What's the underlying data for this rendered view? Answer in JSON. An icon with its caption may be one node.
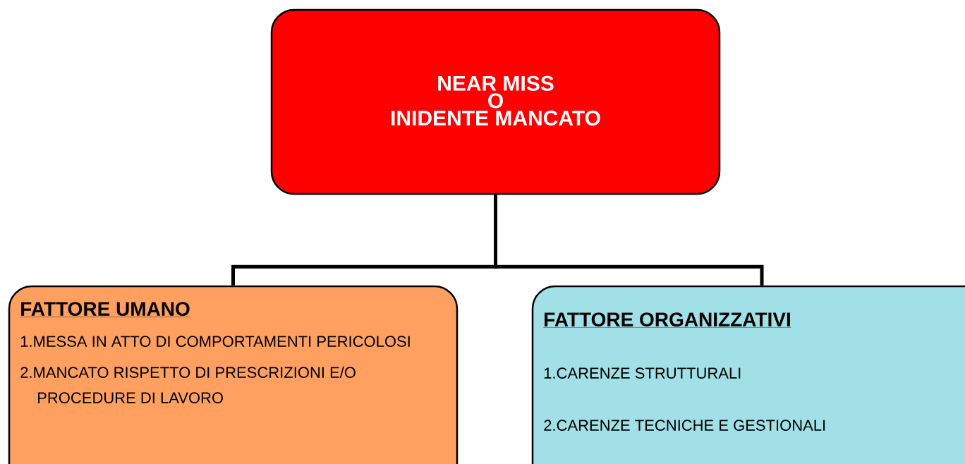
{
  "diagram": {
    "nodes": [
      {
        "text": [
          "NEAR MISS",
          "O",
          "INIDENTE MANCATO"
        ]
      },
      {
        "text": [
          "FATTORE UMANO",
          "1.MESSA IN ATTO DI COMPORTAMENTI PERICOLOSI",
          "2.MANCATO RISPETTO DI PRESCRIZIONI E/O PROCEDURE DI LAVORO"
        ]
      },
      {
        "text": [
          "FATTORE ORGANIZZATIVI",
          "1.CARENZE STRUTTURALI",
          "2.CARENZE TECNICHE E GESTIONALI"
        ]
      }
    ],
    "edges": [
      {
        "from": 0,
        "to": 1,
        "arrow": "none"
      },
      {
        "from": 0,
        "to": 2,
        "arrow": "none"
      }
    ]
  }
}
